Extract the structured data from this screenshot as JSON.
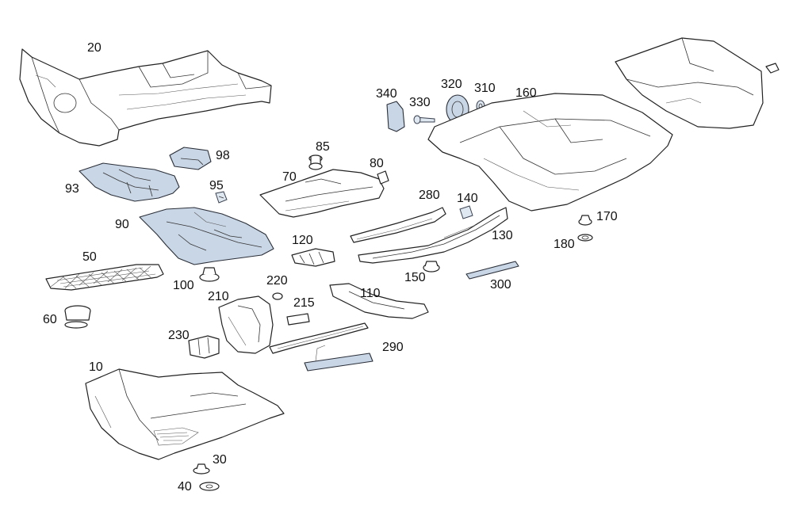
{
  "diagram": {
    "labels": {
      "p10": "10",
      "p20": "20",
      "p30": "30",
      "p40": "40",
      "p50": "50",
      "p60": "60",
      "p70": "70",
      "p80": "80",
      "p85": "85",
      "p90": "90",
      "p93": "93",
      "p95": "95",
      "p98": "98",
      "p100": "100",
      "p110": "110",
      "p120": "120",
      "p130": "130",
      "p140": "140",
      "p150": "150",
      "p160": "160",
      "p170": "170",
      "p180": "180",
      "p210": "210",
      "p215": "215",
      "p220": "220",
      "p230": "230",
      "p280": "280",
      "p290": "290",
      "p300": "300",
      "p310": "310",
      "p320": "320",
      "p330": "330",
      "p340": "340"
    },
    "colors": {
      "highlight_part": "#c9d6e6",
      "outline": "#222222",
      "background": "#ffffff"
    }
  }
}
